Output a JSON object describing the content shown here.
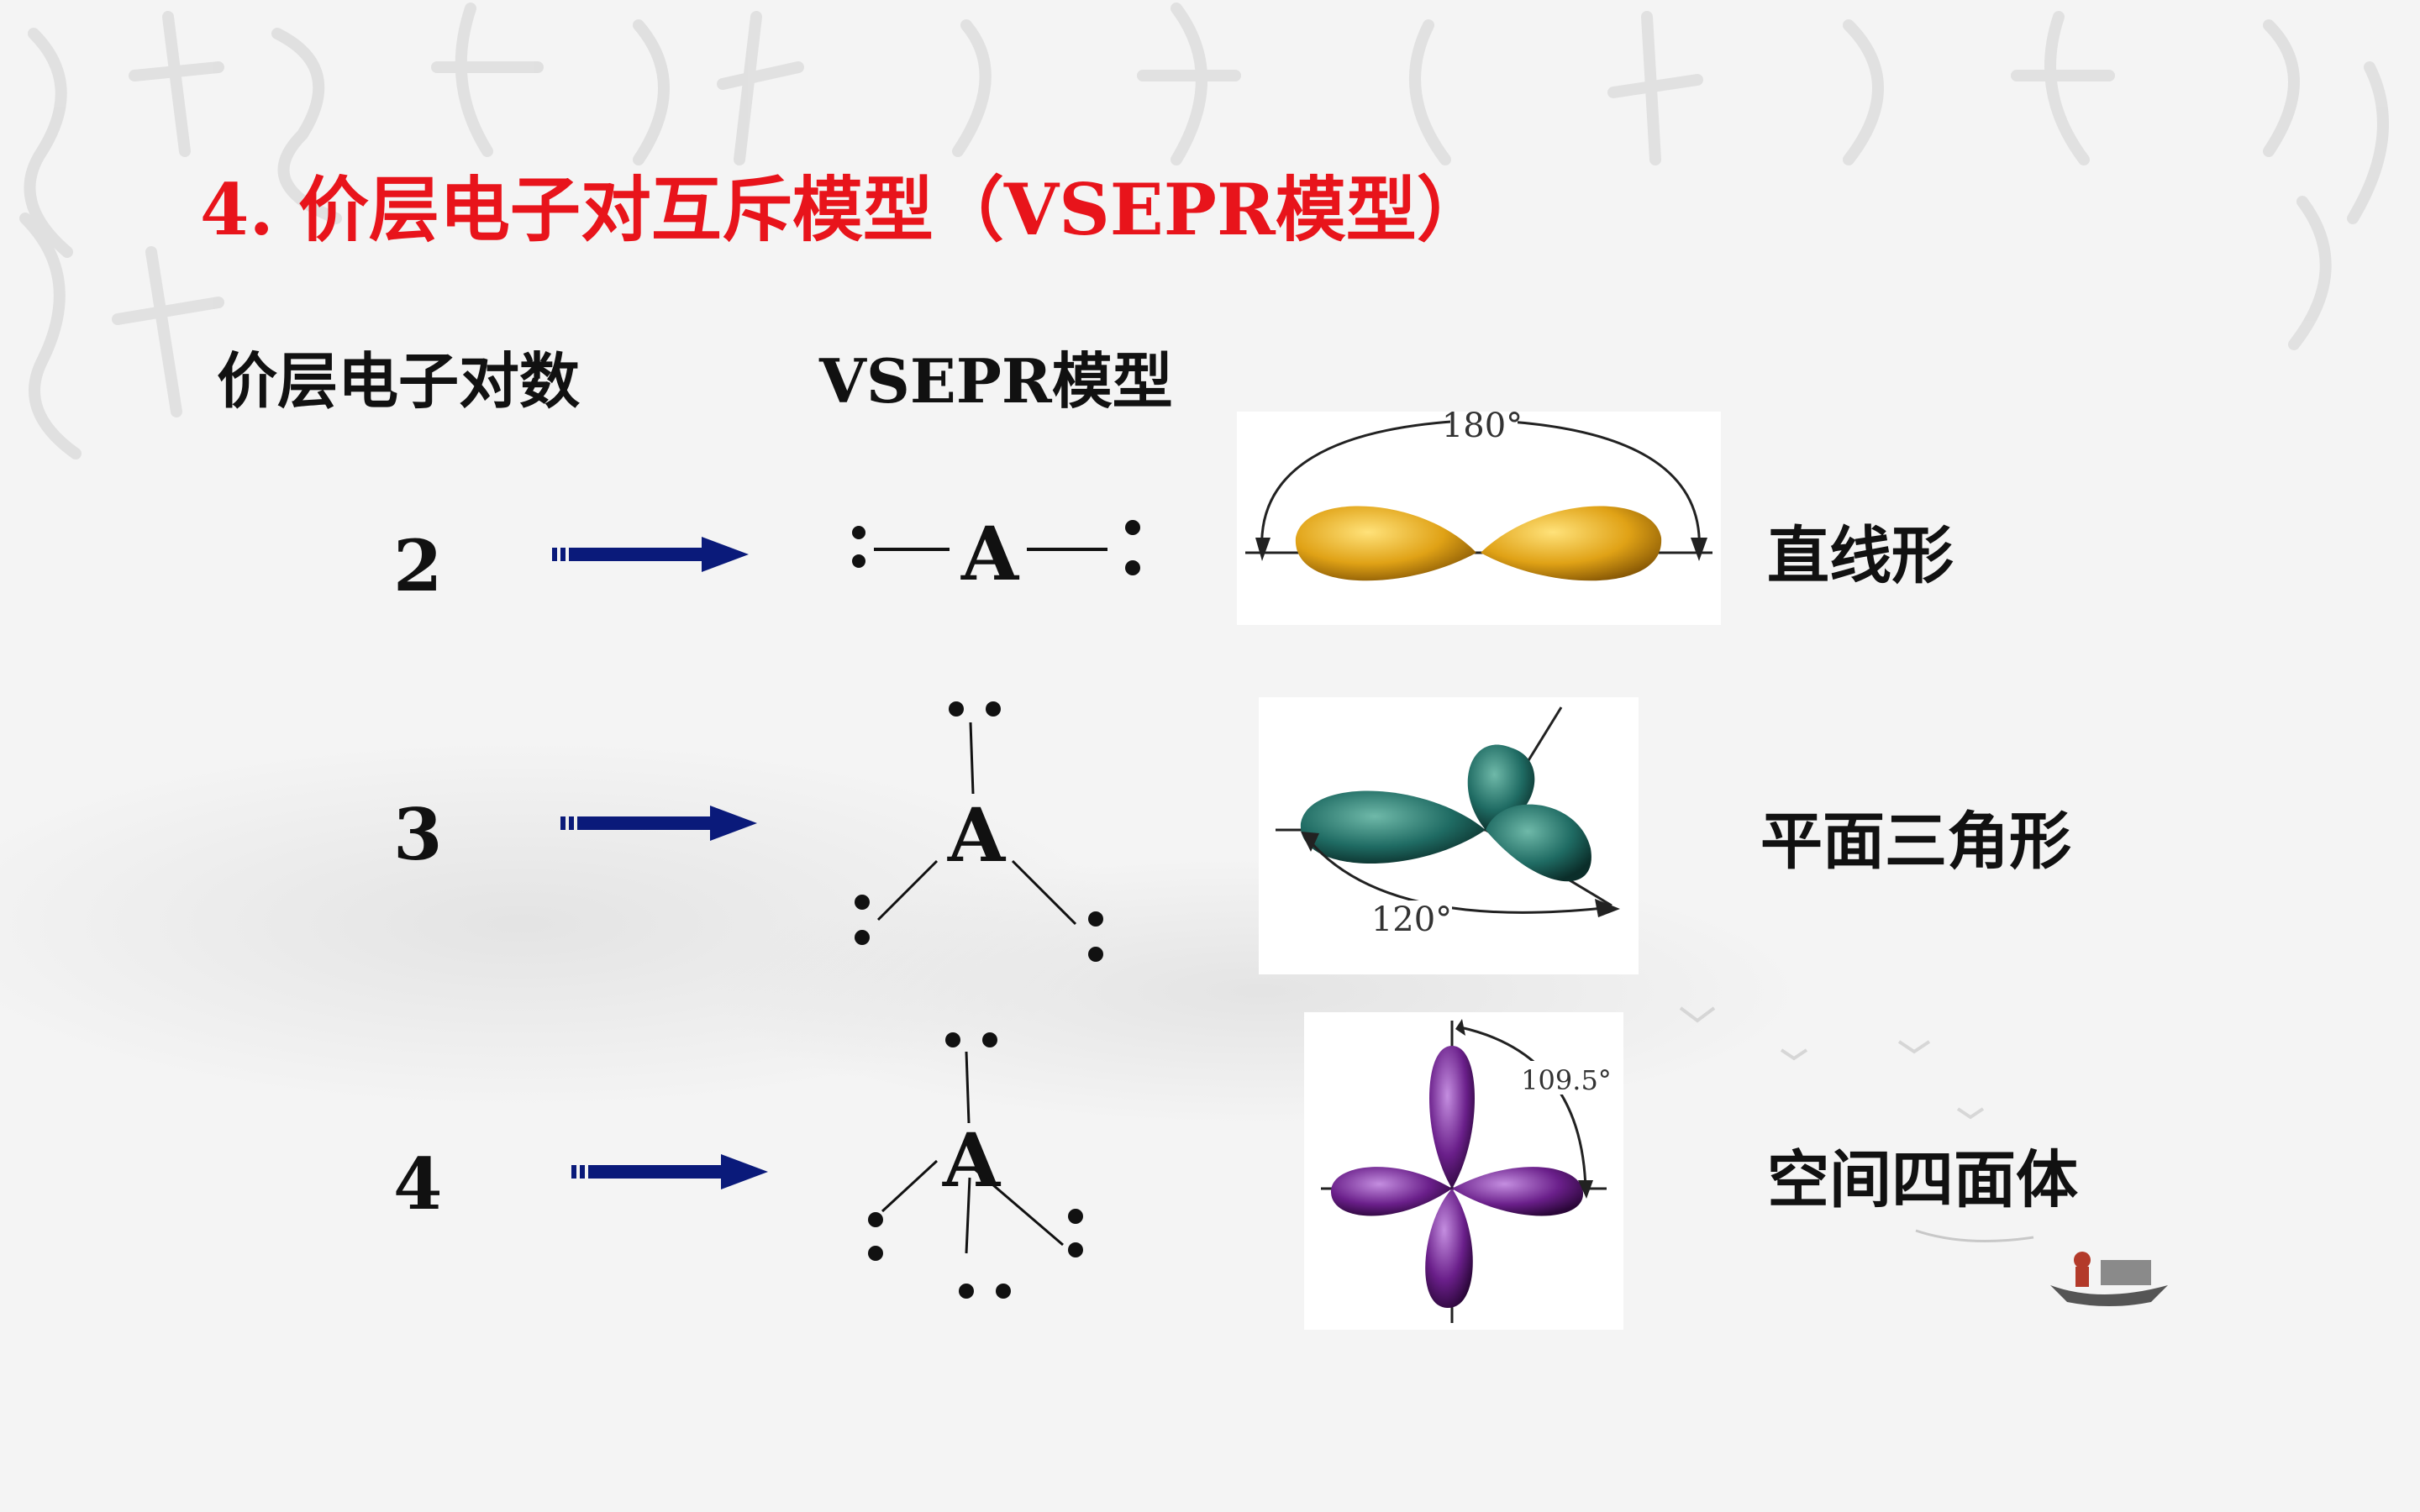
{
  "slide": {
    "title": "4. 价层电子对互斥模型（VSEPR模型）",
    "headers": {
      "electron_pairs": "价层电子对数",
      "model": "VSEPR模型"
    },
    "center_atom": "A",
    "rows": [
      {
        "count": "2",
        "angle": "180°",
        "shape": "直线形",
        "lobe_color": "#e0a216"
      },
      {
        "count": "3",
        "angle": "120°",
        "shape": "平面三角形",
        "lobe_color": "#1f6b63"
      },
      {
        "count": "4",
        "angle": "109.5°",
        "shape": "空间四面体",
        "lobe_color": "#6a1f8a"
      }
    ],
    "colors": {
      "title": "#e8141b",
      "arrow": "#0a1a7a"
    }
  }
}
